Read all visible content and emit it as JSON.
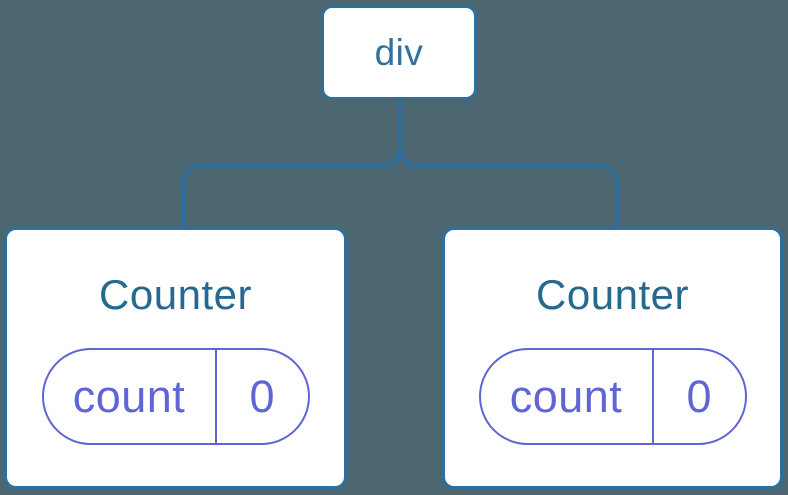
{
  "colors": {
    "background": "#4c6771",
    "node_border": "#2e6f9e",
    "node_fill": "#ffffff",
    "tag_text": "#31719e",
    "component_text": "#26698f",
    "state_accent": "#6065d6"
  },
  "tree": {
    "root": {
      "label": "div"
    },
    "children": [
      {
        "title": "Counter",
        "state": {
          "key": "count",
          "value": "0"
        }
      },
      {
        "title": "Counter",
        "state": {
          "key": "count",
          "value": "0"
        }
      }
    ]
  }
}
